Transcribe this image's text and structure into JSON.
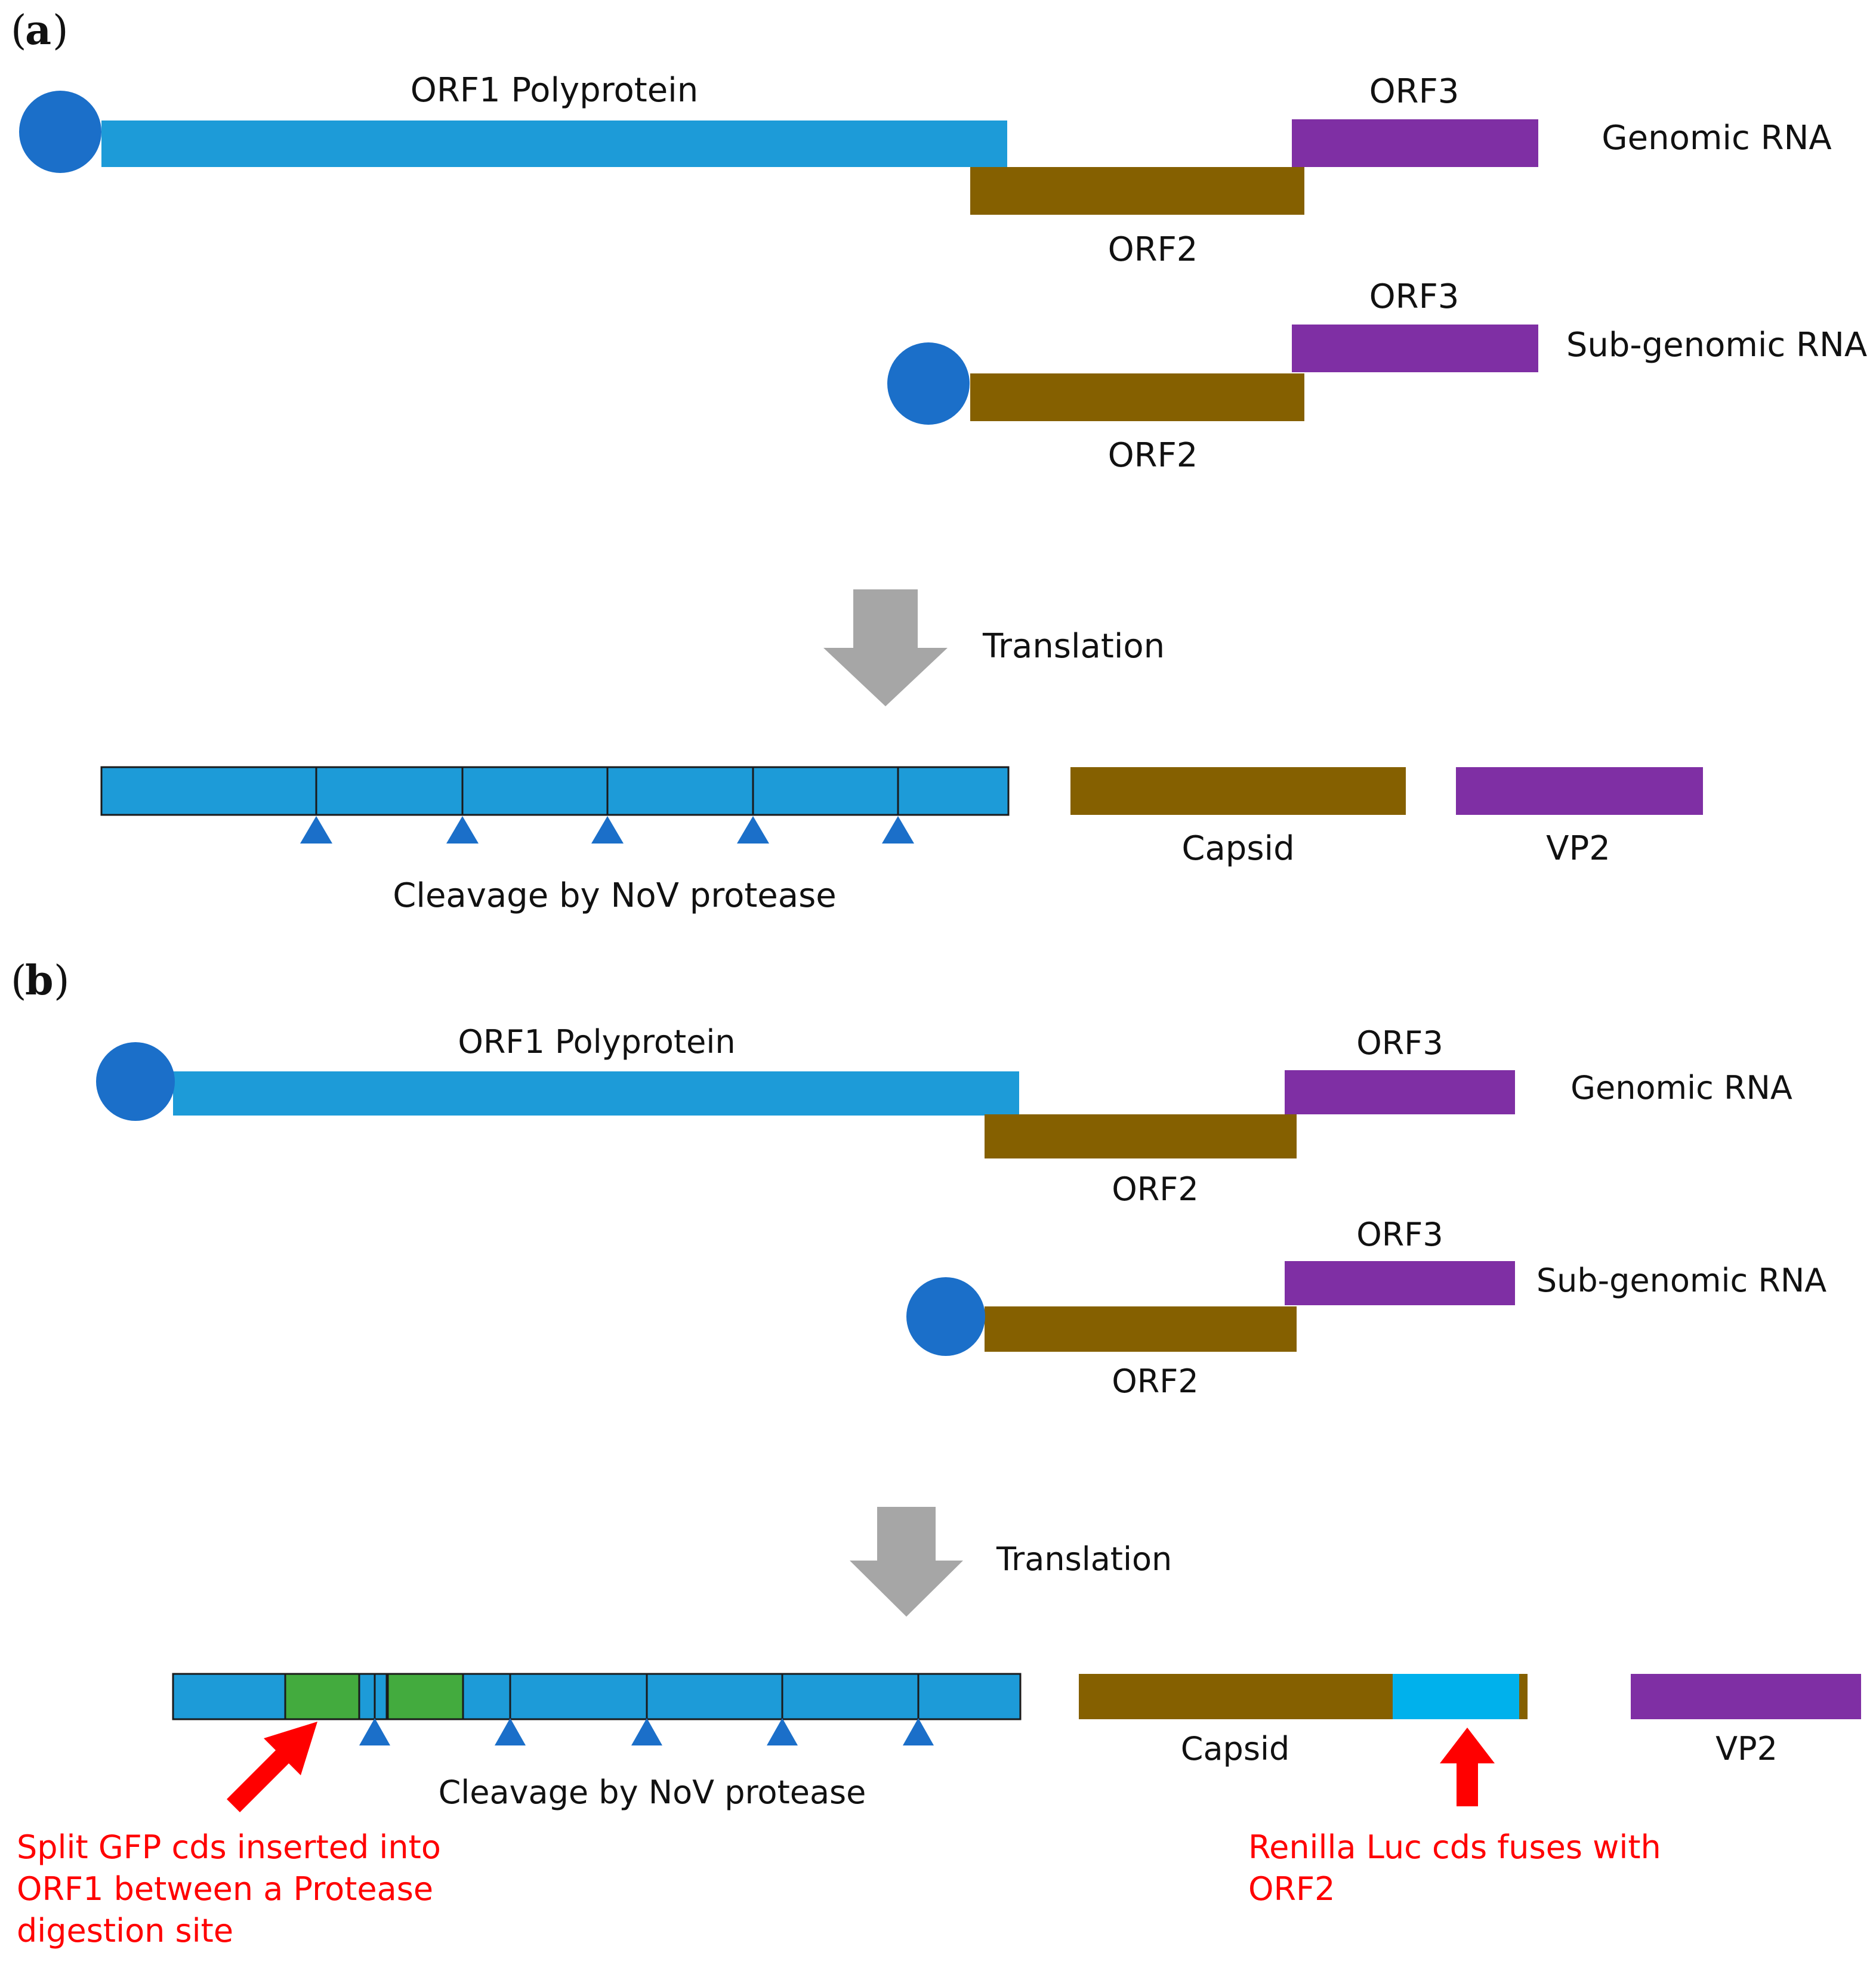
{
  "colors": {
    "orf1": "#1d9bd8",
    "orf2": "#856000",
    "orf3": "#7f2fa4",
    "cap": "#1b6fc9",
    "arrow": "#a6a6a6",
    "gfp": "#43ab3e",
    "luc": "#00b1ec",
    "note": "#ff0000",
    "text": "#111111"
  },
  "icons": {
    "cap": "5-prime-cap-circle-icon",
    "cleavage": "triangle-up-icon",
    "translation": "down-arrow-icon",
    "insertion": "red-arrow-icon"
  },
  "panel_a": {
    "tag": "a",
    "orf1_label": "ORF1 Polyprotein",
    "orf2_label": "ORF2",
    "orf3_label": "ORF3",
    "genomic_label": "Genomic RNA",
    "sg_orf2_label": "ORF2",
    "sg_orf3_label": "ORF3",
    "subgenomic_label": "Sub-genomic RNA",
    "translation_label": "Translation",
    "cleavage_label": "Cleavage by NoV protease",
    "capsid_label": "Capsid",
    "vp2_label": "VP2",
    "cleavage_site_count": 5
  },
  "panel_b": {
    "tag": "b",
    "orf1_label": "ORF1 Polyprotein",
    "orf2_label": "ORF2",
    "orf3_label": "ORF3",
    "genomic_label": "Genomic RNA",
    "sg_orf2_label": "ORF2",
    "sg_orf3_label": "ORF3",
    "subgenomic_label": "Sub-genomic RNA",
    "translation_label": "Translation",
    "cleavage_label": "Cleavage by NoV protease",
    "capsid_label": "Capsid",
    "vp2_label": "VP2",
    "cleavage_site_count": 5,
    "gfp_note": [
      "Split GFP cds inserted into",
      "ORF1 between a Protease",
      "digestion site"
    ],
    "luc_note": [
      "Renilla Luc cds fuses with",
      "ORF2"
    ]
  }
}
